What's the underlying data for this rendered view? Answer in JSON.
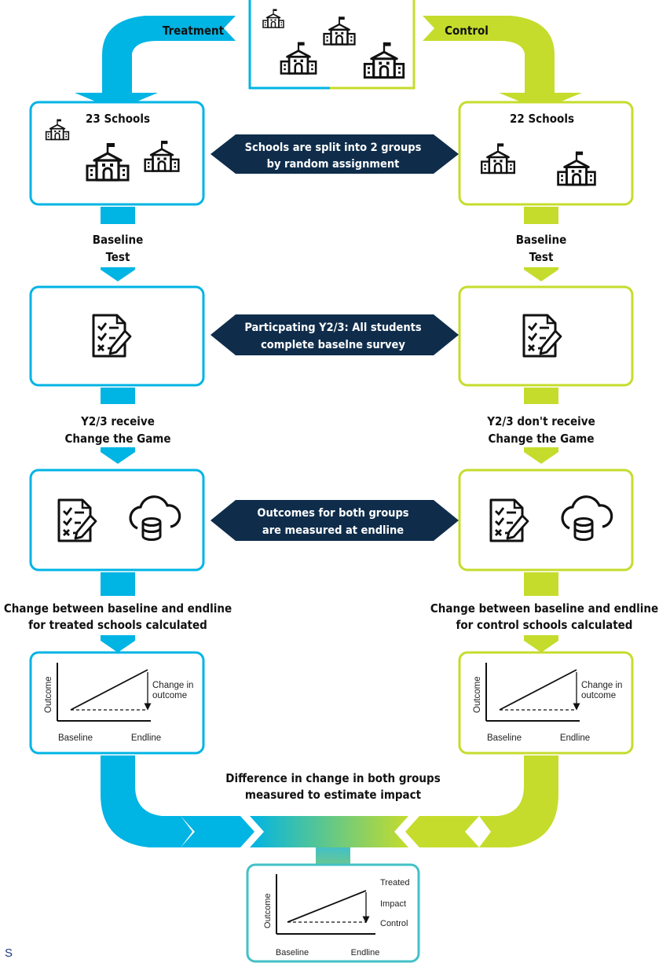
{
  "colors": {
    "treatment": "#00b4e4",
    "control": "#c5dc2c",
    "banner": "#0f2d4b",
    "text": "#111111"
  },
  "top": {
    "treatment_label": "Treatment",
    "control_label": "Control"
  },
  "treatment": {
    "schools_count": "23 Schools",
    "baseline_test": [
      "Baseline",
      "Test"
    ],
    "receive": [
      "Y2/3 receive",
      "Change the Game"
    ],
    "change_calc": [
      "Change between baseline and endline",
      "for treated schools calculated"
    ]
  },
  "control": {
    "schools_count": "22 Schools",
    "baseline_test": [
      "Baseline",
      "Test"
    ],
    "receive": [
      "Y2/3 don't receive",
      "Change the Game"
    ],
    "change_calc": [
      "Change between baseline and endline",
      "for control schools calculated"
    ]
  },
  "banners": {
    "split": [
      "Schools are split into 2 groups",
      "by random assignment"
    ],
    "survey": [
      "Particpating Y2/3: All students",
      "complete baselne survey"
    ],
    "outcomes": [
      "Outcomes for both groups",
      "are measured at endline"
    ]
  },
  "mini_chart": {
    "y_axis": "Outcome",
    "x_start": "Baseline",
    "x_end": "Endline",
    "change": [
      "Change in",
      "outcome"
    ]
  },
  "final": {
    "heading": [
      "Difference in change in both groups",
      "measured to estimate impact"
    ],
    "treated": "Treated",
    "impact": "Impact",
    "control": "Control"
  },
  "footer": {
    "fragment": "S"
  }
}
